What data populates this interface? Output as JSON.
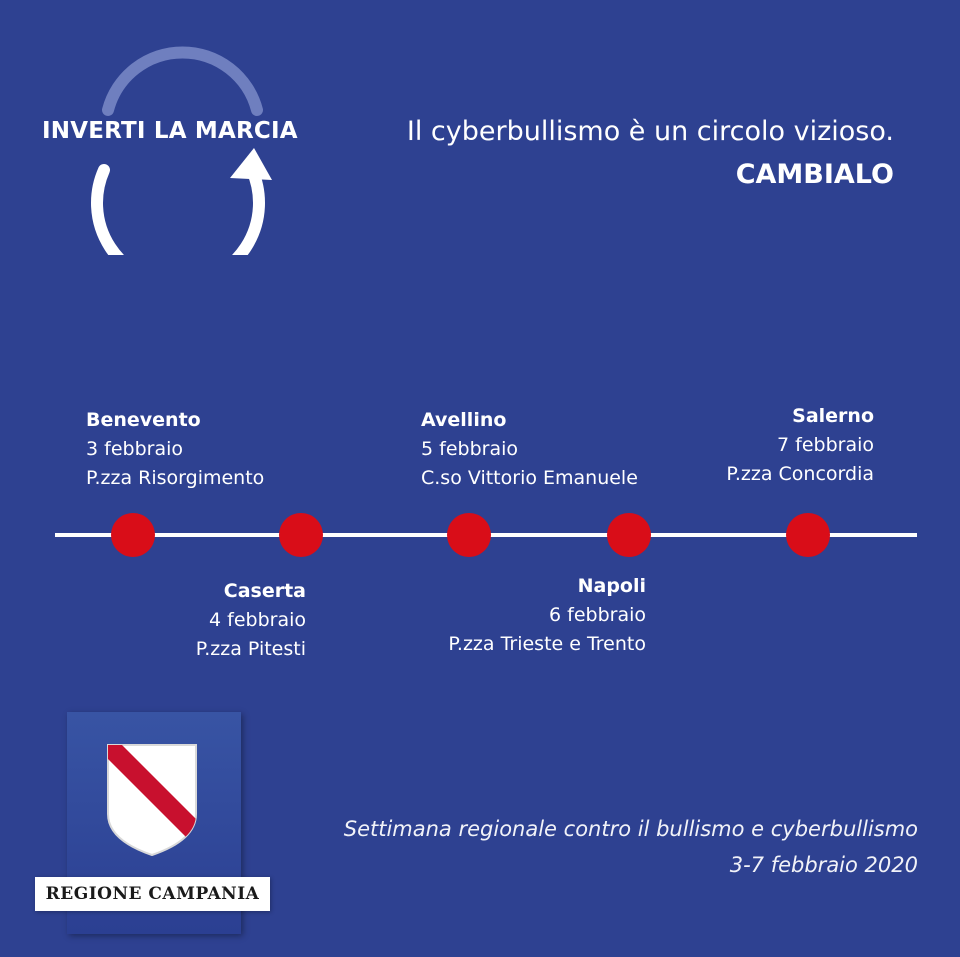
{
  "brand": {
    "logo_text": "INVERTI LA MARCIA",
    "tagline": "Il cyberbullismo è un circolo vizioso.",
    "tagline_strong": "CAMBIALO"
  },
  "timeline": {
    "events": [
      {
        "city": "Benevento",
        "date": "3 febbraio",
        "place": "P.zza Risorgimento"
      },
      {
        "city": "Caserta",
        "date": "4 febbraio",
        "place": "P.zza Pitesti"
      },
      {
        "city": "Avellino",
        "date": "5 febbraio",
        "place": "C.so Vittorio Emanuele"
      },
      {
        "city": "Napoli",
        "date": "6 febbraio",
        "place": "P.zza Trieste e Trento"
      },
      {
        "city": "Salerno",
        "date": "7 febbraio",
        "place": "P.zza Concordia"
      }
    ]
  },
  "region": {
    "label": "REGIONE CAMPANIA"
  },
  "footer": {
    "line1": "Settimana regionale contro il bullismo e cyberbullismo",
    "line2": "3-7 febbraio 2020"
  },
  "colors": {
    "background": "#2e4191",
    "marker": "#d90d18",
    "text": "#ffffff",
    "crest_stripe": "#c8102e"
  },
  "icons": {
    "logo": "circular-arrow-icon",
    "crest": "shield-crest-icon"
  }
}
